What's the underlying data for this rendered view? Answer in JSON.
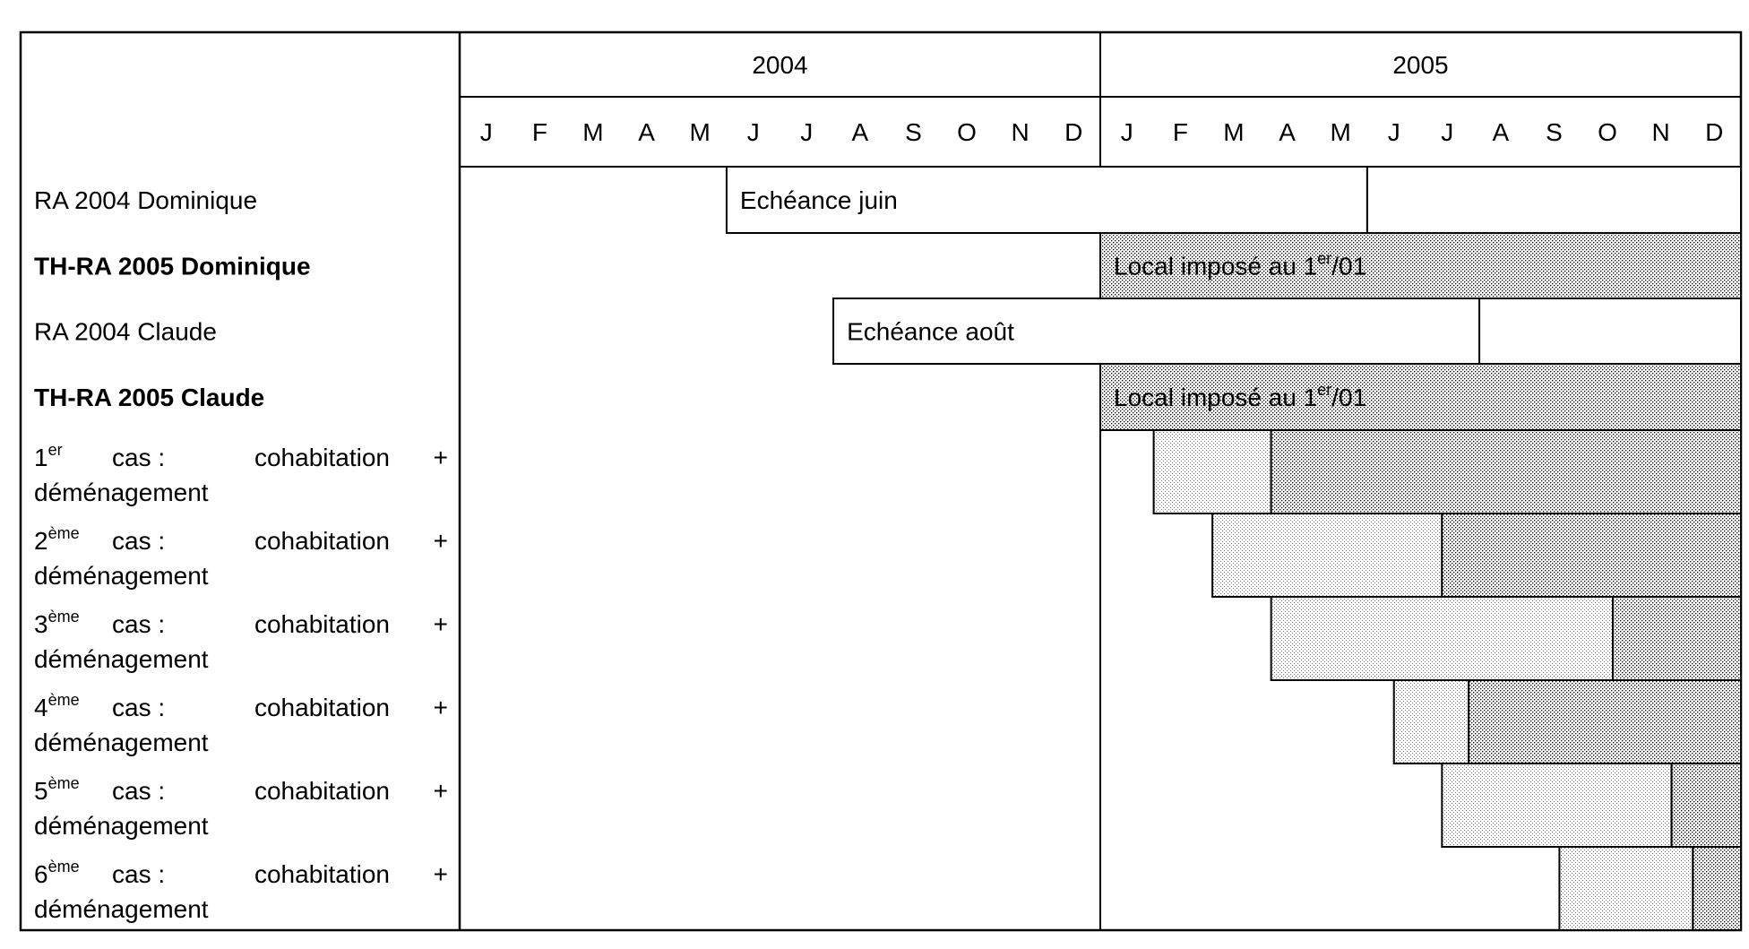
{
  "header": {
    "years": [
      {
        "label": "2004",
        "start": 0,
        "end": 12
      },
      {
        "label": "2005",
        "start": 12,
        "end": 24
      }
    ],
    "months": [
      "J",
      "F",
      "M",
      "A",
      "M",
      "J",
      "J",
      "A",
      "S",
      "O",
      "N",
      "D",
      "J",
      "F",
      "M",
      "A",
      "M",
      "J",
      "J",
      "A",
      "S",
      "O",
      "N",
      "D"
    ]
  },
  "rows": [
    {
      "label": {
        "base": "RA 2004 Dominique",
        "sup": "",
        "rest": ""
      },
      "bold": false,
      "bars": [
        {
          "start": 5,
          "end": 17,
          "fill": "white",
          "text": {
            "base": "Echéance juin",
            "sup": "",
            "rest": ""
          }
        },
        {
          "start": 17,
          "end": 24,
          "fill": "white",
          "text": {
            "base": "",
            "sup": "",
            "rest": ""
          }
        }
      ]
    },
    {
      "label": {
        "base": "TH-RA 2005 Dominique",
        "sup": "",
        "rest": ""
      },
      "bold": true,
      "bars": [
        {
          "start": 12,
          "end": 24,
          "fill": "dense",
          "text": {
            "base": "Local imposé au 1",
            "sup": "er",
            "rest": "/01"
          }
        }
      ]
    },
    {
      "label": {
        "base": "RA 2004 Claude",
        "sup": "",
        "rest": ""
      },
      "bold": false,
      "bars": [
        {
          "start": 7,
          "end": 19.1,
          "fill": "white",
          "text": {
            "base": "Echéance août",
            "sup": "",
            "rest": ""
          }
        },
        {
          "start": 19.1,
          "end": 24,
          "fill": "white",
          "text": {
            "base": "",
            "sup": "",
            "rest": ""
          }
        }
      ]
    },
    {
      "label": {
        "base": "TH-RA 2005 Claude",
        "sup": "",
        "rest": ""
      },
      "bold": true,
      "bars": [
        {
          "start": 12,
          "end": 24,
          "fill": "dense",
          "text": {
            "base": "Local imposé au 1",
            "sup": "er",
            "rest": "/01"
          }
        }
      ]
    },
    {
      "label": {
        "base": "1",
        "sup": "er",
        "rest": " cas : cohabitation + déménagement"
      },
      "bold": false,
      "bars": [
        {
          "start": 13,
          "end": 15.2,
          "fill": "light",
          "text": {
            "base": "",
            "sup": "",
            "rest": ""
          }
        },
        {
          "start": 15.2,
          "end": 24,
          "fill": "dense",
          "text": {
            "base": "",
            "sup": "",
            "rest": ""
          }
        }
      ]
    },
    {
      "label": {
        "base": "2",
        "sup": "ème",
        "rest": " cas : cohabitation + déménagement"
      },
      "bold": false,
      "bars": [
        {
          "start": 14.1,
          "end": 18.4,
          "fill": "light",
          "text": {
            "base": "",
            "sup": "",
            "rest": ""
          }
        },
        {
          "start": 18.4,
          "end": 24,
          "fill": "dense",
          "text": {
            "base": "",
            "sup": "",
            "rest": ""
          }
        }
      ]
    },
    {
      "label": {
        "base": "3",
        "sup": "ème",
        "rest": " cas : cohabitation + déménagement"
      },
      "bold": false,
      "bars": [
        {
          "start": 15.2,
          "end": 21.6,
          "fill": "light",
          "text": {
            "base": "",
            "sup": "",
            "rest": ""
          }
        },
        {
          "start": 21.6,
          "end": 24,
          "fill": "dense",
          "text": {
            "base": "",
            "sup": "",
            "rest": ""
          }
        }
      ]
    },
    {
      "label": {
        "base": "4",
        "sup": "ème",
        "rest": " cas : cohabitation + déménagement"
      },
      "bold": false,
      "bars": [
        {
          "start": 17.5,
          "end": 18.9,
          "fill": "light",
          "text": {
            "base": "",
            "sup": "",
            "rest": ""
          }
        },
        {
          "start": 18.9,
          "end": 24,
          "fill": "dense",
          "text": {
            "base": "",
            "sup": "",
            "rest": ""
          }
        }
      ]
    },
    {
      "label": {
        "base": "5",
        "sup": "ème",
        "rest": " cas : cohabitation + déménagement"
      },
      "bold": false,
      "bars": [
        {
          "start": 18.4,
          "end": 22.7,
          "fill": "light",
          "text": {
            "base": "",
            "sup": "",
            "rest": ""
          }
        },
        {
          "start": 22.7,
          "end": 24,
          "fill": "dense",
          "text": {
            "base": "",
            "sup": "",
            "rest": ""
          }
        }
      ]
    },
    {
      "label": {
        "base": "6",
        "sup": "ème",
        "rest": " cas : cohabitation + déménagement"
      },
      "bold": false,
      "bars": [
        {
          "start": 20.6,
          "end": 23.1,
          "fill": "light",
          "text": {
            "base": "",
            "sup": "",
            "rest": ""
          }
        },
        {
          "start": 23.1,
          "end": 24,
          "fill": "dense",
          "text": {
            "base": "",
            "sup": "",
            "rest": ""
          }
        }
      ]
    }
  ]
}
